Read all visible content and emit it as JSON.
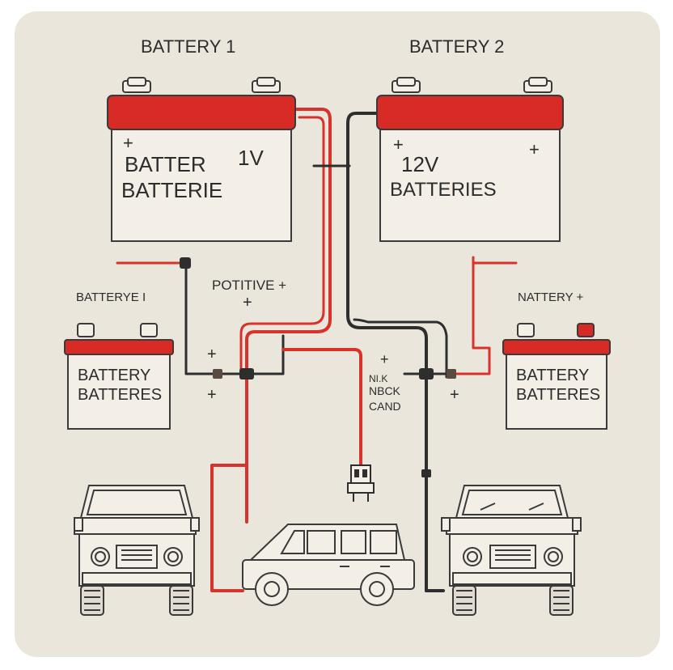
{
  "colors": {
    "panel_background": "#ebe6db",
    "battery_lid": "#d92b26",
    "positive_wire": "#d8322c",
    "negative_wire": "#2e2e2e",
    "outline": "#3a3a3a",
    "battery_body": "#f3efe6"
  },
  "labels": {
    "battery1_title": "BATTERY 1",
    "battery2_title": "BATTERY 2",
    "positive": "POTITIVE +",
    "plus_under_positive": "+",
    "left_small_title": "BATTERYE I",
    "right_small_title": "NATTERY +",
    "center_plus": "+",
    "center_line1": "NI.K",
    "center_line2": "NBCK",
    "center_line3": "CAND",
    "plus_left_upper": "+",
    "plus_left_lower": "+",
    "plus_right_lower": "+"
  },
  "batteries": {
    "big1": {
      "plus": "+",
      "line1": "BATTER",
      "voltage": "1V",
      "line2": "BATTERIE"
    },
    "big2": {
      "plus_left": "+",
      "plus_right": "+",
      "voltage": "12V",
      "line1": "BATTERIES"
    },
    "small1": {
      "line1": "BATTERY",
      "line2": "BATTERES"
    },
    "small2": {
      "line1": "BATTERY",
      "line2": "BATTERES"
    }
  },
  "icons": {
    "vehicles": [
      "truck-front-icon",
      "suv-side-icon",
      "truck-front-icon"
    ],
    "connector": "plug-connector-icon"
  }
}
